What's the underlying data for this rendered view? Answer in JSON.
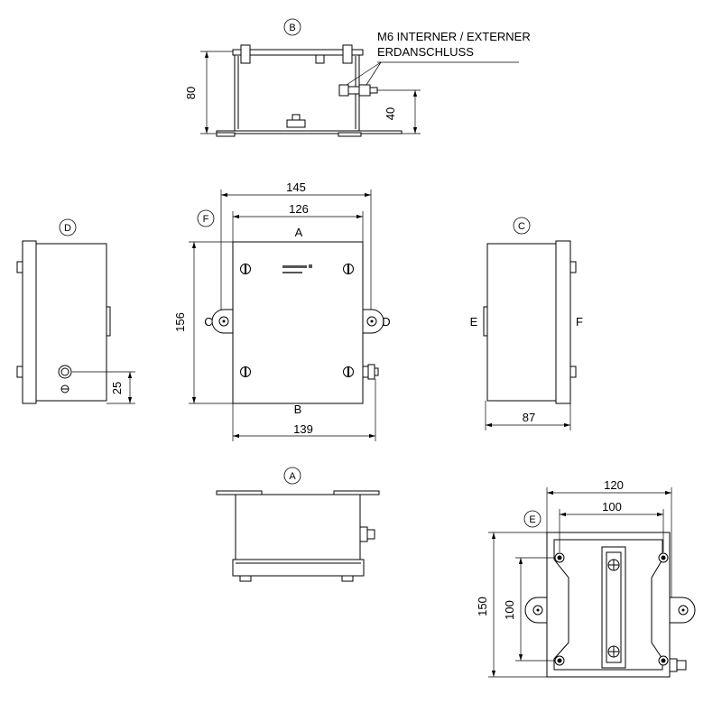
{
  "views": {
    "top": {
      "label": "B",
      "note_line1": "M6 INTERNER / EXTERNER",
      "note_line2": "ERDANSCHLUSS",
      "dim_height": "80",
      "dim_ground": "40"
    },
    "front": {
      "label": "F",
      "dim_outer_width": "145",
      "dim_inner_width": "126",
      "side_top": "A",
      "side_left": "C",
      "side_right": "D",
      "side_bottom": "B",
      "dim_height": "156",
      "dim_bottom_width": "139"
    },
    "left": {
      "label": "D",
      "dim_ground": "25"
    },
    "right": {
      "label": "C",
      "side_left": "E",
      "side_right": "F",
      "dim_depth": "87"
    },
    "bottom": {
      "label": "A"
    },
    "back": {
      "label": "E",
      "dim_outer_width": "120",
      "dim_hole_width": "100",
      "dim_height": "150",
      "dim_hole_height": "100"
    }
  }
}
